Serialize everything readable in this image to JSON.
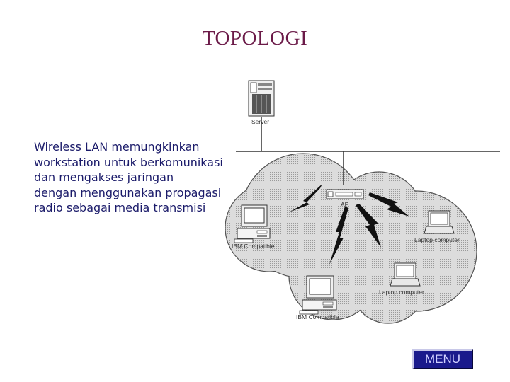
{
  "slide": {
    "title": "TOPOLOGI",
    "description": "Wireless LAN memungkinkan\nworkstation untuk berkomunikasi\ndan mengakses jaringan\ndengan menggunakan propagasi\nradio sebagai media transmisi"
  },
  "diagram": {
    "server_label": "Server",
    "ap_label": "AP",
    "ibm_left_label": "IBM Compatible",
    "ibm_bottom_label": "IBM Compatible",
    "laptop_top_label": "Laptop computer",
    "laptop_bottom_label": "Laptop computer"
  },
  "nav": {
    "menu_label": "MENU"
  }
}
